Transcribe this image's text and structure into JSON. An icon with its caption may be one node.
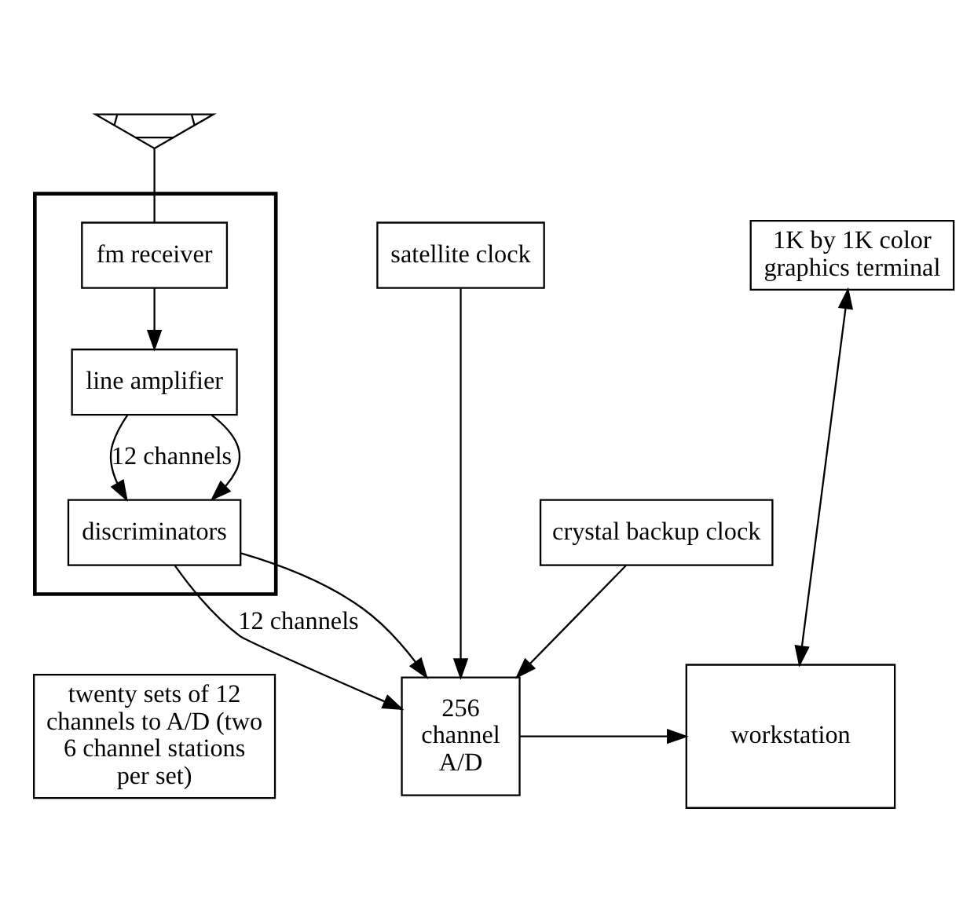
{
  "diagram": {
    "nodes": [
      {
        "text": [],
        "shape": "picture"
      },
      {
        "text": [],
        "shape": "box"
      },
      {
        "text": [
          "fm receiver"
        ],
        "in": 1
      },
      {
        "text": [
          "line amplifier"
        ],
        "in": 1
      },
      {
        "text": [
          "discriminators"
        ],
        "in": 1
      },
      {
        "text": [
          "twenty sets of 12 channels to A/D (two 6 channel stations per set)"
        ]
      },
      {
        "text": [
          "satellite clock"
        ]
      },
      {
        "text": [
          "crystal backup clock"
        ]
      },
      {
        "text": [
          "256 channel A/D"
        ]
      },
      {
        "text": [
          "1K by 1K color graphics terminal"
        ]
      },
      {
        "text": [
          "workstation"
        ]
      }
    ],
    "edges": [
      {
        "from": 0,
        "to": 2,
        "arrow": "none"
      },
      {
        "from": 2,
        "to": 3,
        "arrow": "to"
      },
      {
        "from": 3,
        "to": 4,
        "arrow": "to",
        "label": "12 channels"
      },
      {
        "from": 3,
        "to": 4,
        "arrow": "to"
      },
      {
        "from": 4,
        "to": 8,
        "arrow": "to",
        "label": "12 channels"
      },
      {
        "from": 4,
        "to": 8,
        "arrow": "to"
      },
      {
        "from": 6,
        "to": 8,
        "arrow": "to"
      },
      {
        "from": 7,
        "to": 8,
        "arrow": "to"
      },
      {
        "from": 8,
        "to": 10,
        "arrow": "to"
      },
      {
        "from": 9,
        "to": 10,
        "arrow": "both"
      }
    ]
  }
}
